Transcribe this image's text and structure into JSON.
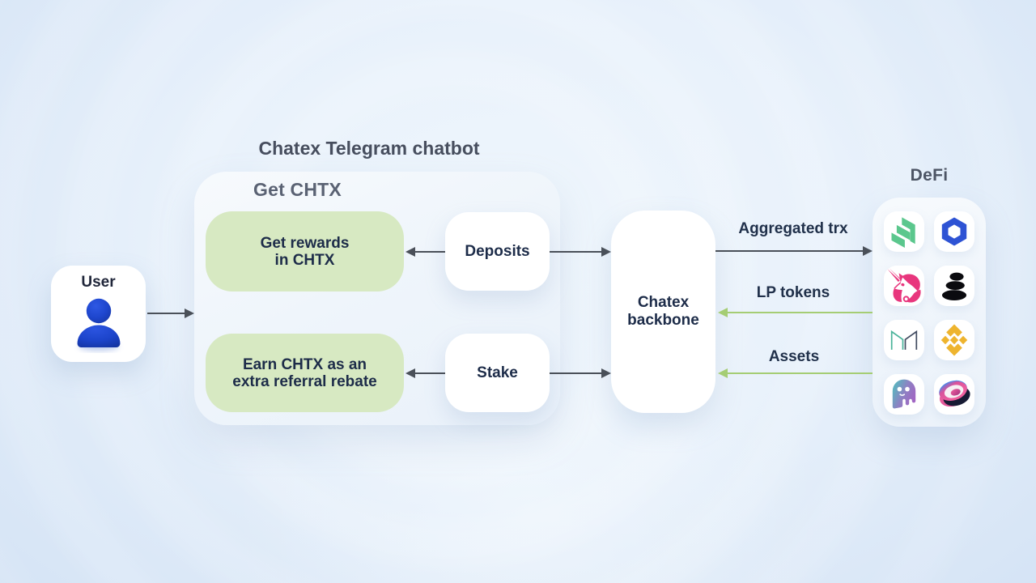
{
  "title": "Chatex Telegram chatbot",
  "user_card": {
    "label": "User"
  },
  "chatbot_panel": {
    "heading": "Get CHTX",
    "rewards_box": {
      "line1": "Get rewards",
      "line2": "in CHTX"
    },
    "deposits_box": {
      "label": "Deposits"
    },
    "referral_box": {
      "line1": "Earn CHTX as an",
      "line2": "extra referral rebate"
    },
    "stake_box": {
      "label": "Stake"
    }
  },
  "backbone_box": {
    "line1": "Chatex",
    "line2": "backbone"
  },
  "defi_panel": {
    "heading": "DeFi",
    "icons": [
      "compound-icon",
      "chainlink-icon",
      "uniswap-icon",
      "balancer-icon",
      "maker-icon",
      "binance-icon",
      "aave-icon",
      "sushiswap-icon"
    ]
  },
  "flow_labels": {
    "aggregated_trx": "Aggregated trx",
    "lp_tokens": "LP tokens",
    "assets": "Assets"
  },
  "colors": {
    "background": "#dfeaf8",
    "panel": "#eff5fb",
    "green_box": "#d7e9c2",
    "dark_arrow": "#4a5059",
    "green_arrow": "#a5cd74",
    "navy_text": "#1d2c49",
    "gray_heading": "#5a6273",
    "user_icon_blue": "#1e46cd"
  }
}
